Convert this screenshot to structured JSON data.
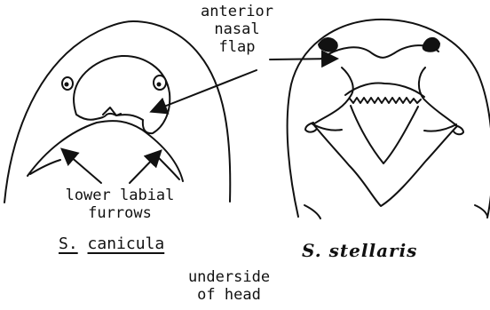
{
  "labels": {
    "anterior_nasal_flap": [
      "anterior",
      "nasal",
      "flap"
    ],
    "lower_labial_furrows": [
      "lower labial",
      "furrows"
    ],
    "underside_of_head": [
      "underside",
      "of head"
    ]
  },
  "species": {
    "left": {
      "genus": "S.",
      "epithet": "canicula"
    },
    "right": {
      "name": "S. stellaris"
    }
  },
  "colors": {
    "ink": "#111111",
    "background": "#ffffff"
  }
}
